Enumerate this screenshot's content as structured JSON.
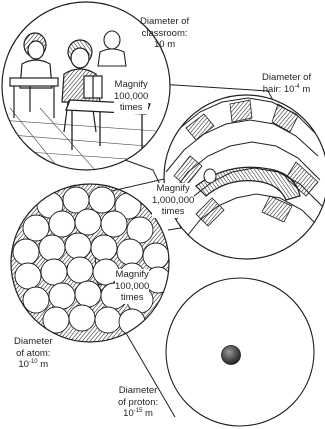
{
  "labels": {
    "classroom": {
      "line1": "Diameter of",
      "line2": "classroom:",
      "line3": "10 m"
    },
    "hair": {
      "line1": "Diameter of",
      "line2_prefix": "hair: 10",
      "line2_exp": "-4",
      "line2_suffix": " m"
    },
    "atom": {
      "line1": "Diameter",
      "line2": "of atom:",
      "line3_prefix": "10",
      "line3_exp": "-10",
      "line3_suffix": " m"
    },
    "proton": {
      "line1": "Diameter",
      "line2": "of proton:",
      "line3_prefix": "10",
      "line3_exp": "-15",
      "line3_suffix": " m"
    }
  },
  "magnifications": [
    {
      "line1": "Magnify",
      "line2": "100,000",
      "line3": "times"
    },
    {
      "line1": "Magnify",
      "line2": "1,000,000",
      "line3": "times"
    },
    {
      "line1": "Magnify",
      "line2": "100,000",
      "line3": "times"
    }
  ],
  "colors": {
    "ink": "#231f20",
    "paper": "#ffffff",
    "proton": "#555555"
  }
}
